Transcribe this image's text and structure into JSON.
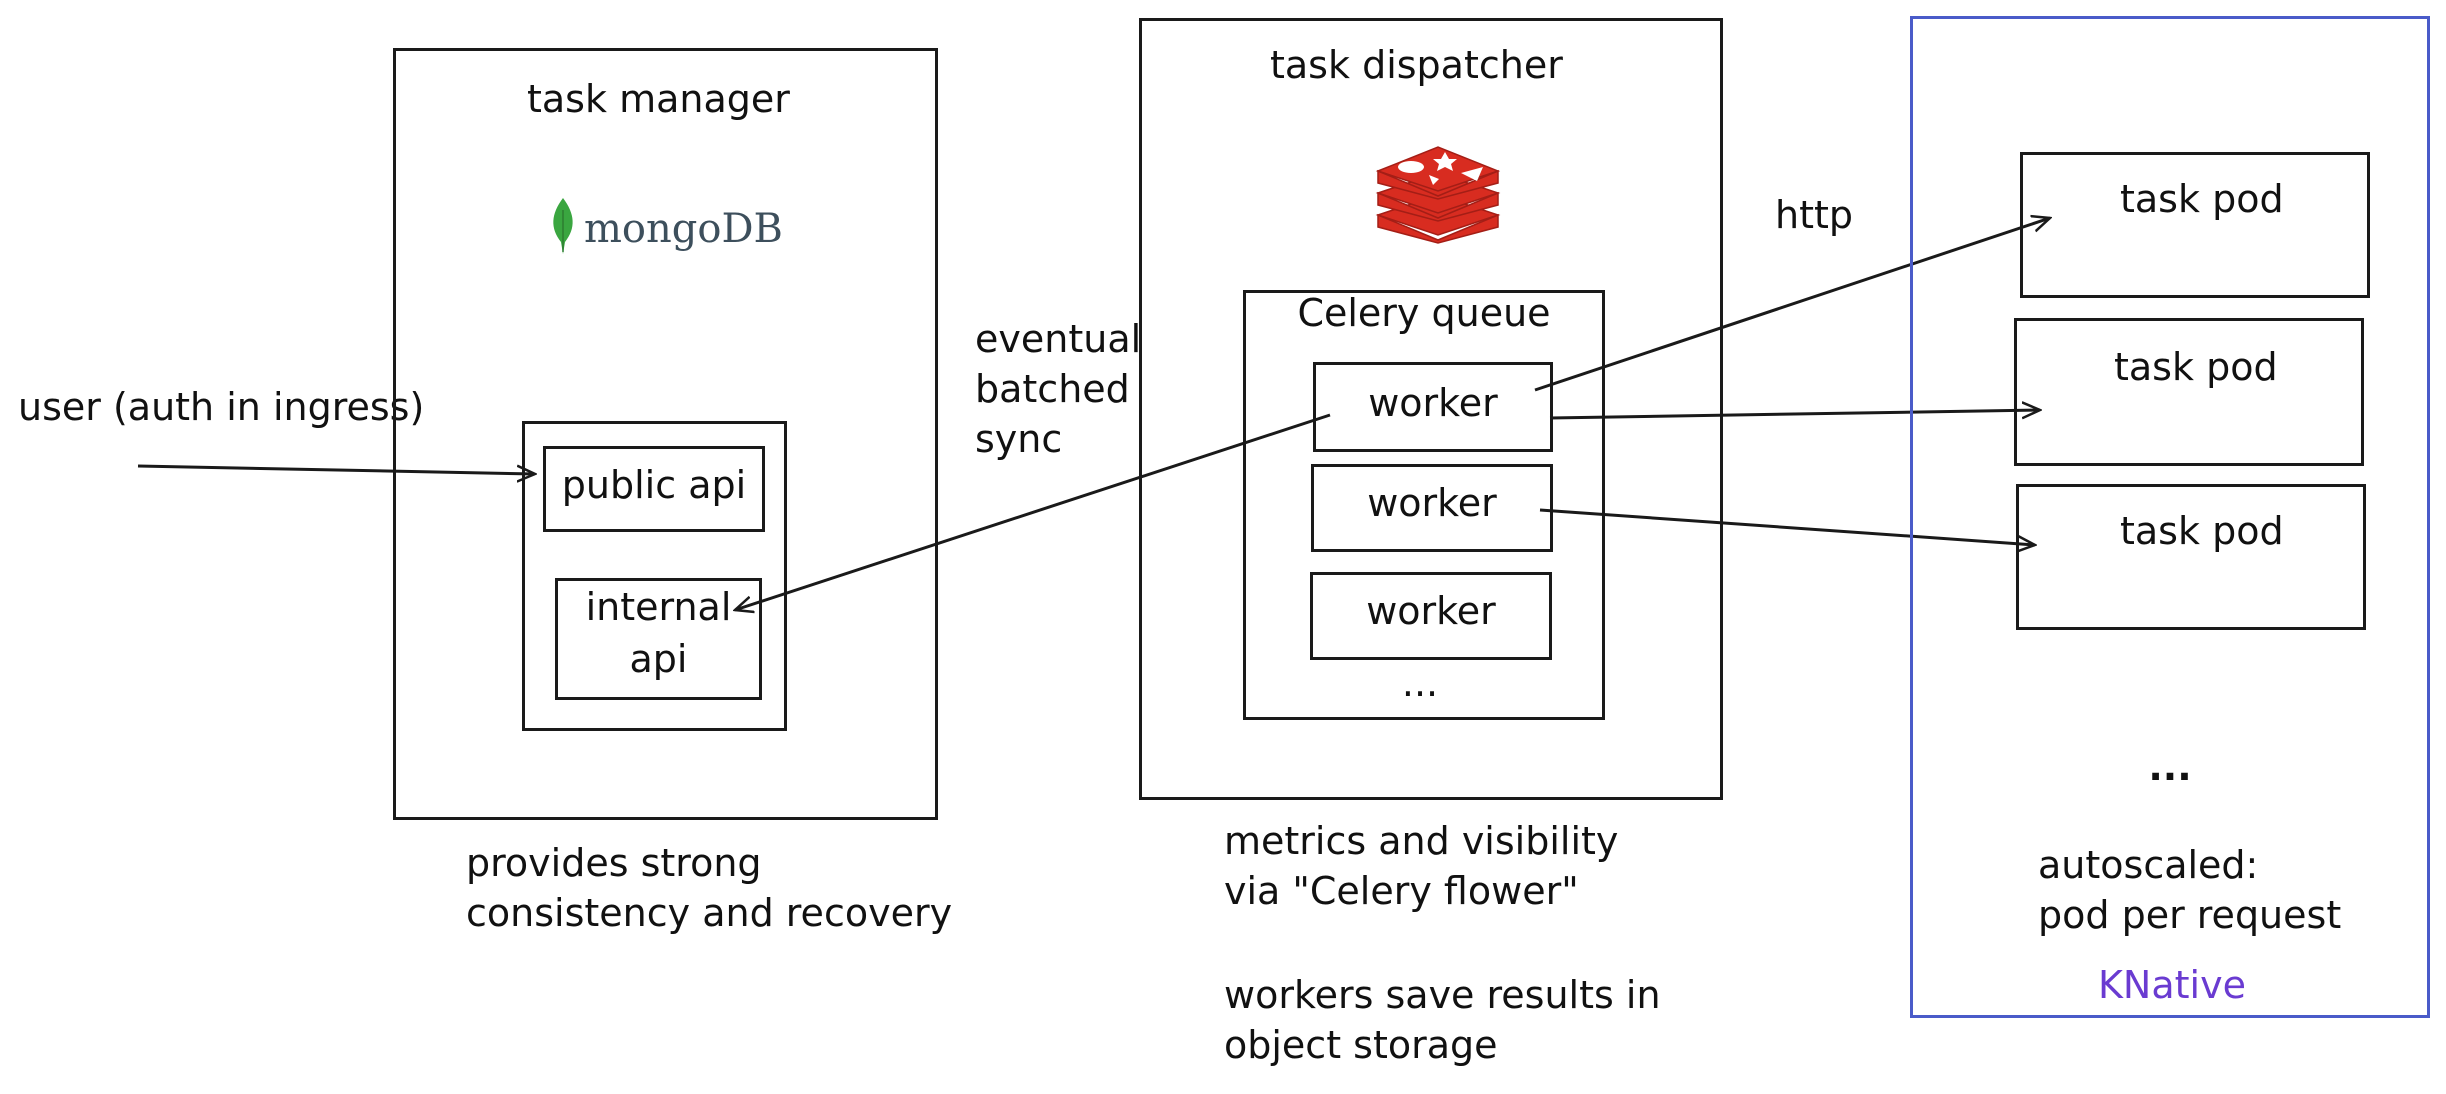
{
  "user_label": "user (auth in ingress)",
  "task_manager": {
    "title": "task manager",
    "logo_text": "mongoDB",
    "public_api": "public api",
    "internal_api_line1": "internal",
    "internal_api_line2": "api",
    "note_line1": "provides strong",
    "note_line2": "consistency and recovery"
  },
  "sync_label_line1": "eventual",
  "sync_label_line2": "batched",
  "sync_label_line3": "sync",
  "task_dispatcher": {
    "title": "task dispatcher",
    "queue_title": "Celery queue",
    "workers": [
      "worker",
      "worker",
      "worker"
    ],
    "ellipsis": "...",
    "note_line1": "metrics and visibility",
    "note_line2": "via \"Celery flower\"",
    "note_line3": "workers save results in",
    "note_line4": "object storage"
  },
  "http_label": "http",
  "knative": {
    "pods": [
      "task pod",
      "task pod",
      "task pod"
    ],
    "ellipsis": "...",
    "note_line1": "autoscaled:",
    "note_line2": "pod per request",
    "name": "KNative",
    "accent": "#4a5bc9",
    "name_color": "#6a3bd1"
  },
  "colors": {
    "mongo_leaf": "#3aa640",
    "redis_red": "#d82c20",
    "ink": "#1a1a1a"
  }
}
